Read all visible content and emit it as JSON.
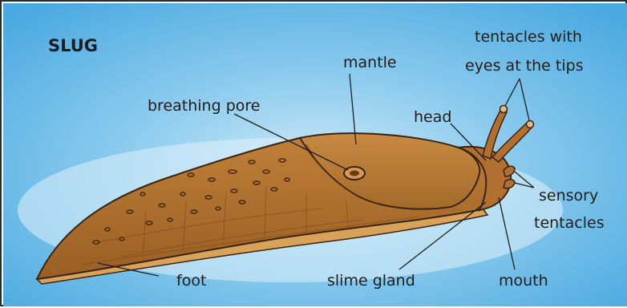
{
  "diagram": {
    "title": "SLUG",
    "labels": {
      "tentacles_line1": "tentacles with",
      "tentacles_line2": "eyes at the tips",
      "mantle": "mantle",
      "breathing_pore": "breathing pore",
      "head": "head",
      "sensory_line1": "sensory",
      "sensory_line2": "tentacles",
      "foot": "foot",
      "slime_gland": "slime gland",
      "mouth": "mouth"
    }
  },
  "colors": {
    "background": "#5ab4e6",
    "body": "#b5742e",
    "body_dark": "#8a5420",
    "outline": "#3a2410"
  }
}
